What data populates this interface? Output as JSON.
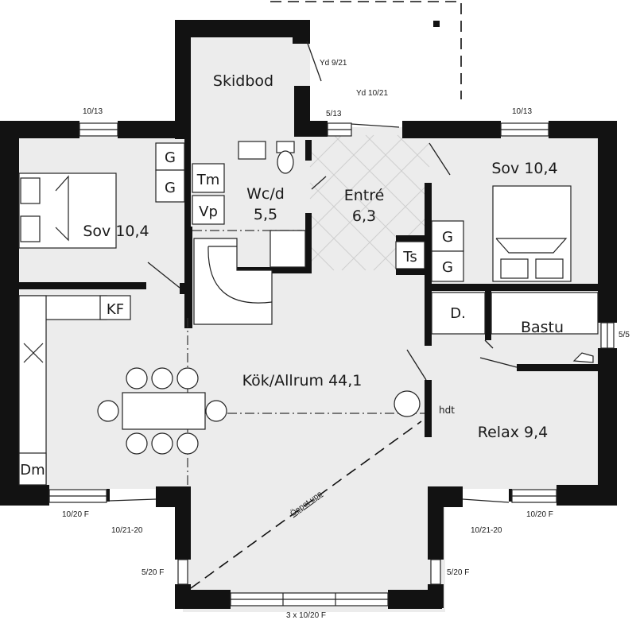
{
  "rooms": {
    "skidbod": "Skidbod",
    "sov_left": "Sov 10,4",
    "sov_right": "Sov 10,4",
    "wcd_name": "Wc/d",
    "wcd_area": "5,5",
    "entre_name": "Entré",
    "entre_area": "6,3",
    "kok": "Kök/Allrum 44,1",
    "relax": "Relax 9,4",
    "bastu": "Bastu"
  },
  "fixtures": {
    "g": "G",
    "tm": "Tm",
    "vp": "Vp",
    "ts": "Ts",
    "kf": "KF",
    "dm": "Dm",
    "d": "D.",
    "hdt": "hdt"
  },
  "dimensions": {
    "yd_9_21": "Yd 9/21",
    "yd_10_21": "Yd 10/21",
    "win_10_13": "10/13",
    "win_5_13": "5/13",
    "win_5_5": "5/5",
    "win_10_20f": "10/20 F",
    "door_10_21_20": "10/21-20",
    "win_5_20f": "5/20 F",
    "win_3x": "3 x 10/20 F",
    "oppet_upp": "Öppet upp"
  },
  "colors": {
    "wall": "#121212",
    "floor": "#ececec",
    "background": "#ffffff"
  }
}
